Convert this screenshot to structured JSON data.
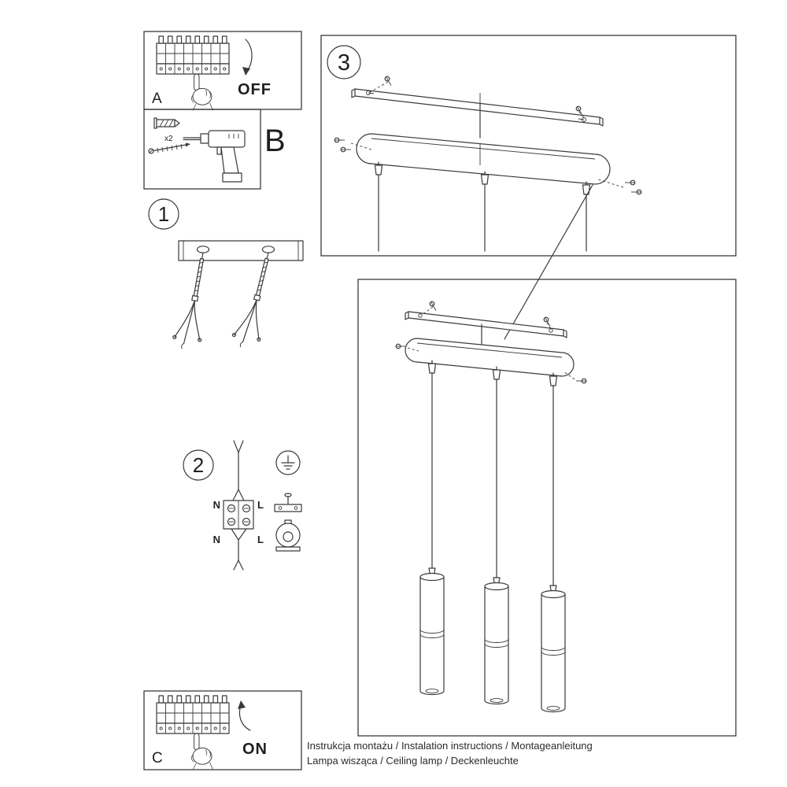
{
  "colors": {
    "background": "#ffffff",
    "line": "#3a3a3a",
    "text": "#1f1f1f"
  },
  "panel_a": {
    "label": "A",
    "action": "OFF"
  },
  "panel_b": {
    "label": "B",
    "quantity": "x2"
  },
  "panel_c": {
    "label": "C",
    "action": "ON"
  },
  "steps": {
    "one": "1",
    "two": "2",
    "three": "3"
  },
  "wiring": {
    "top_left": "N",
    "top_right": "L",
    "bottom_left": "N",
    "bottom_right": "L"
  },
  "footer": {
    "line1": "Instrukcja montażu / Instalation instructions / Montageanleitung",
    "line2": "Lampa wisząca / Ceiling lamp / Deckenleuchte"
  }
}
